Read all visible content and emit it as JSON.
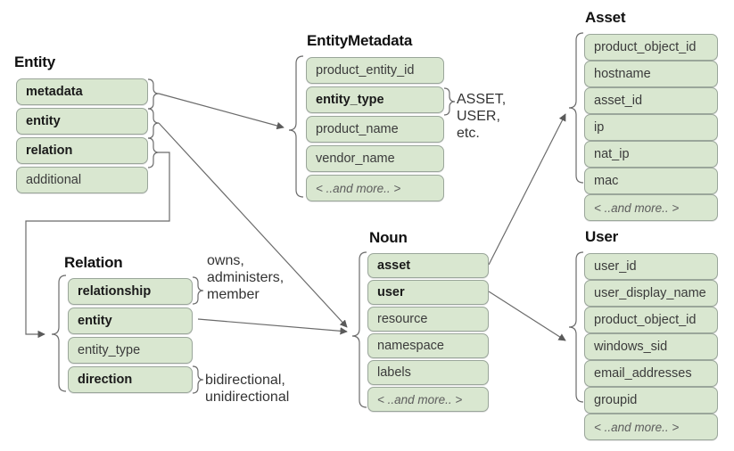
{
  "diagram": {
    "title_color": "#111111",
    "box_fill": "#d9e7d0",
    "box_border": "#9aa69a",
    "line_color": "#6b6b6b",
    "background": "#ffffff"
  },
  "groups": {
    "entity": {
      "title": "Entity",
      "fields": [
        {
          "label": "metadata",
          "style": "bold"
        },
        {
          "label": "entity",
          "style": "bold"
        },
        {
          "label": "relation",
          "style": "bold"
        },
        {
          "label": "additional",
          "style": "normal"
        }
      ]
    },
    "entity_metadata": {
      "title": "EntityMetadata",
      "fields": [
        {
          "label": "product_entity_id",
          "style": "normal"
        },
        {
          "label": "entity_type",
          "style": "bold"
        },
        {
          "label": "product_name",
          "style": "normal"
        },
        {
          "label": "vendor_name",
          "style": "normal"
        },
        {
          "label": "< ..and more.. >",
          "style": "more"
        }
      ]
    },
    "asset": {
      "title": "Asset",
      "fields": [
        {
          "label": "product_object_id",
          "style": "normal"
        },
        {
          "label": "hostname",
          "style": "normal"
        },
        {
          "label": "asset_id",
          "style": "normal"
        },
        {
          "label": "ip",
          "style": "normal"
        },
        {
          "label": "nat_ip",
          "style": "normal"
        },
        {
          "label": "mac",
          "style": "normal"
        },
        {
          "label": "< ..and more.. >",
          "style": "more"
        }
      ]
    },
    "user": {
      "title": "User",
      "fields": [
        {
          "label": "user_id",
          "style": "normal"
        },
        {
          "label": "user_display_name",
          "style": "normal"
        },
        {
          "label": "product_object_id",
          "style": "normal"
        },
        {
          "label": "windows_sid",
          "style": "normal"
        },
        {
          "label": "email_addresses",
          "style": "normal"
        },
        {
          "label": "groupid",
          "style": "normal"
        },
        {
          "label": "< ..and more.. >",
          "style": "more"
        }
      ]
    },
    "relation": {
      "title": "Relation",
      "fields": [
        {
          "label": "relationship",
          "style": "bold"
        },
        {
          "label": "entity",
          "style": "bold"
        },
        {
          "label": "entity_type",
          "style": "normal"
        },
        {
          "label": "direction",
          "style": "bold"
        }
      ]
    },
    "noun": {
      "title": "Noun",
      "fields": [
        {
          "label": "asset",
          "style": "bold"
        },
        {
          "label": "user",
          "style": "bold"
        },
        {
          "label": "resource",
          "style": "normal"
        },
        {
          "label": "namespace",
          "style": "normal"
        },
        {
          "label": "labels",
          "style": "normal"
        },
        {
          "label": "< ..and more.. >",
          "style": "more"
        }
      ]
    }
  },
  "annotations": {
    "entity_type_values": "ASSET,\nUSER,\netc.",
    "relationship_values": "owns,\nadministers,\nmember",
    "direction_values": "bidirectional,\nunidirectional"
  }
}
